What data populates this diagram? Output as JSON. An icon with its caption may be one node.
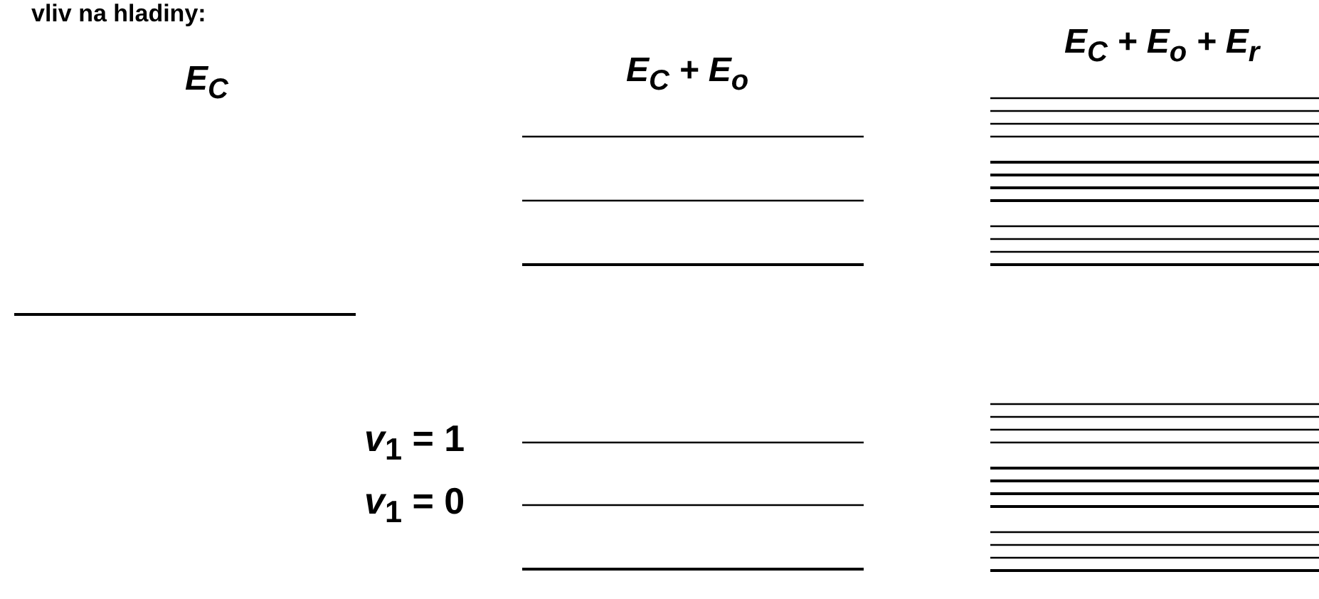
{
  "diagram": {
    "title": "vliv na hladiny:",
    "labels": [
      "E$_{C}$",
      "E$_{C}$ + E$_{o}$",
      "E$_{C}$ + E$_{o}$ + E$_{r}$",
      "*v*$_{1}$ = 1",
      "*v*$_{1}$ = 0"
    ]
  }
}
